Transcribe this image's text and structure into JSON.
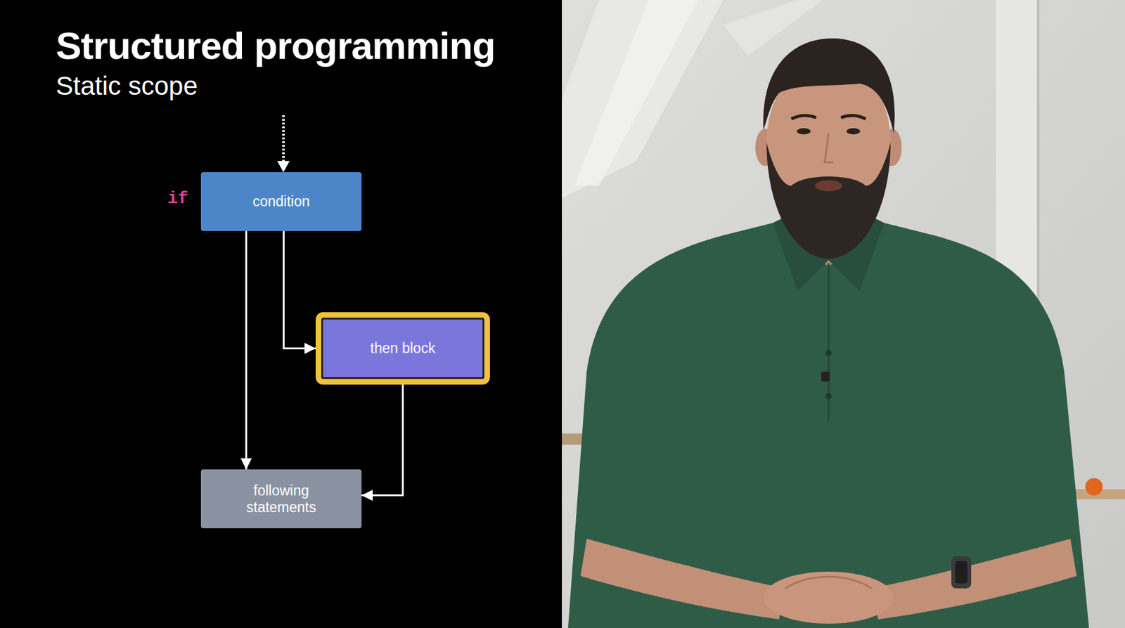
{
  "diagram": {
    "title": "Structured programming",
    "caption": "Static scope",
    "nodes": [
      {
        "text": [
          "condition"
        ]
      },
      {
        "text": [
          "then block"
        ]
      },
      {
        "text": [
          "following statements"
        ]
      }
    ],
    "edges": [
      {
        "from": 0,
        "to": 1,
        "arrow": "to"
      },
      {
        "from": 0,
        "to": 2,
        "arrow": "to"
      },
      {
        "from": 1,
        "to": 2,
        "arrow": "to"
      }
    ],
    "labels": [
      "if"
    ]
  }
}
